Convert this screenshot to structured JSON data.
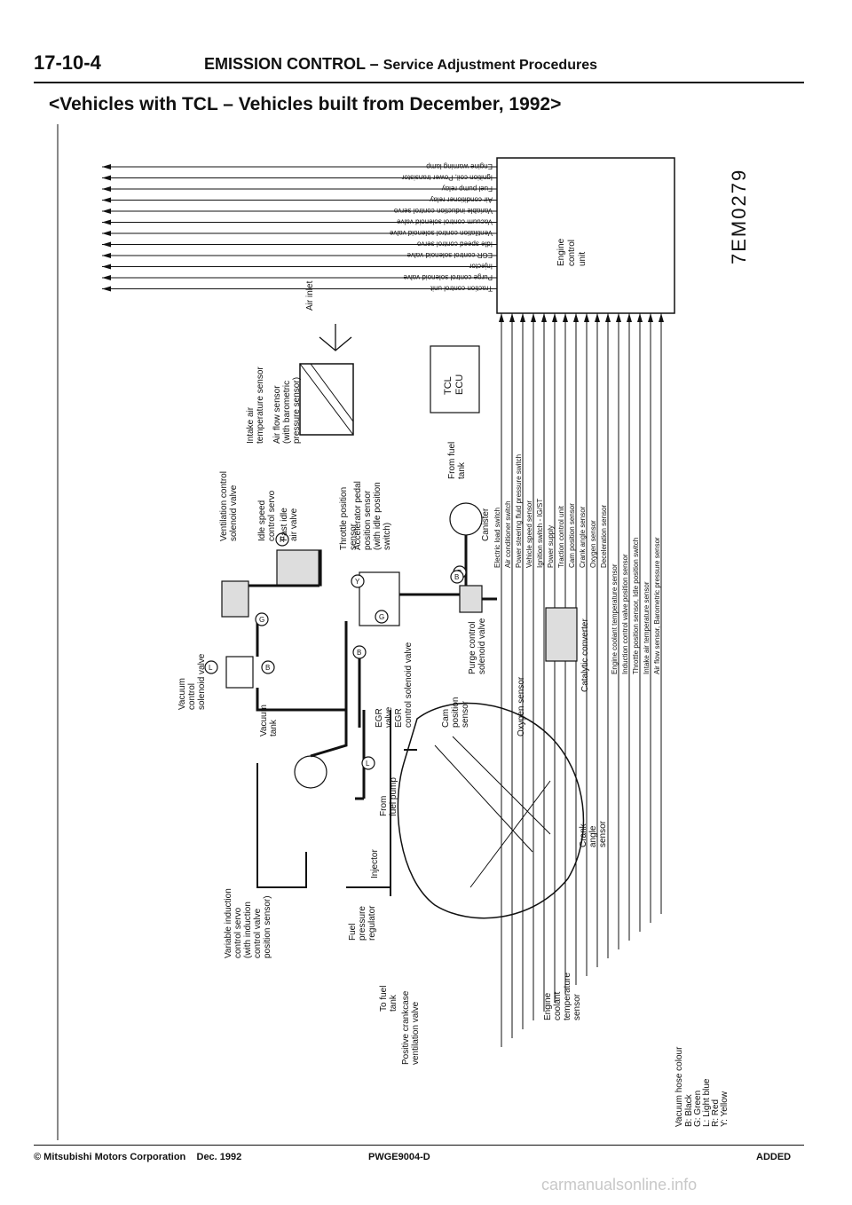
{
  "header": {
    "page_number": "17-10-4",
    "title": "EMISSION CONTROL –",
    "subtitle_part": "Service Adjustment Procedures"
  },
  "figure_title": "<Vehicles with TCL – Vehicles built from December, 1992>",
  "figure_code": "7EM0279",
  "ecu": {
    "title_lines": [
      "Engine",
      "control",
      "unit"
    ],
    "outputs": [
      "Engine warning lamp",
      "Ignition coil, Power transistor",
      "Fuel pump relay",
      "Air conditioner relay",
      "Variable induction control servo",
      "Vacuum control solenoid valve",
      "Ventilation control solenoid valve",
      "Idle speed control servo",
      "EGR control solenoid valve",
      "Injector",
      "Purge control solenoid valve",
      "Traction control unit"
    ],
    "inputs": [
      "Electric load switch",
      "Air conditioner switch",
      "Power steering fluid pressure switch",
      "Vehicle speed sensor",
      "Ignition switch - IG/ST",
      "Power supply",
      "Traction control unit",
      "Cam position sensor",
      "Crank angle sensor",
      "Oxygen sensor",
      "Deceleration sensor",
      "Engine coolant temperature sensor",
      "Induction control valve position sensor",
      "Throttle position sensor, Idle position switch",
      "Intake air temperature sensor",
      "Air flow sensor, Barometric pressure sensor"
    ]
  },
  "tcl_ecu": [
    "TCL",
    "ECU"
  ],
  "components": {
    "intake_air_temp": [
      "Intake air",
      "temperature sensor"
    ],
    "air_flow_sensor": [
      "Air flow sensor",
      "(with barometric",
      "pressure sensor)"
    ],
    "air_inlet": "Air inlet",
    "ventilation_valve": [
      "Ventilation control",
      "solenoid valve"
    ],
    "idle_speed_servo": [
      "Idle speed",
      "control servo"
    ],
    "fast_idle": [
      "Fast idle",
      "air valve"
    ],
    "throttle_sensor": [
      "Throttle position",
      "sensor"
    ],
    "accel_pedal": [
      "Accelerator pedal",
      "position sensor",
      "(with idle position",
      "switch)"
    ],
    "from_fuel_tank": [
      "From fuel",
      "tank"
    ],
    "canister": "Canister",
    "purge_valve": [
      "Purge control",
      "solenoid valve"
    ],
    "vacuum_valve": [
      "Vacuum",
      "control",
      "solenoid valve"
    ],
    "vacuum_tank": [
      "Vacuum",
      "tank"
    ],
    "egr_valve": [
      "EGR",
      "valve"
    ],
    "egr_solenoid": [
      "EGR",
      "control solenoid valve"
    ],
    "cam_sensor": [
      "Cam",
      "position",
      "sensor"
    ],
    "oxygen_sensor": "Oxygen sensor",
    "catalytic": "Catalytic converter",
    "from_fuel_pump": [
      "From",
      "fuel pump"
    ],
    "injector": "Injector",
    "variable_induction": [
      "Variable induction",
      "control servo",
      "(with induction",
      "control valve",
      "position sensor)"
    ],
    "fuel_regulator": [
      "Fuel",
      "pressure",
      "regulator"
    ],
    "to_fuel_tank": [
      "To fuel",
      "tank"
    ],
    "pcv": [
      "Positive crankcase",
      "ventilation valve"
    ],
    "coolant_sensor": [
      "Engine",
      "coolant",
      "temperature",
      "sensor"
    ],
    "crank_sensor": [
      "Crank",
      "angle",
      "sensor"
    ]
  },
  "hose_legend": {
    "title": "Vacuum hose colour",
    "items": [
      "B: Black",
      "G: Green",
      "L: Light blue",
      "R: Red",
      "Y: Yellow"
    ]
  },
  "hose_tags": [
    "B",
    "L",
    "B",
    "G",
    "B",
    "G",
    "Y",
    "R",
    "B",
    "L"
  ],
  "footer": {
    "copyright": "© Mitsubishi Motors Corporation",
    "date": "Dec. 1992",
    "doc_code": "PWGE9004-D",
    "status": "ADDED"
  },
  "watermark": "carmanualsonline.info"
}
